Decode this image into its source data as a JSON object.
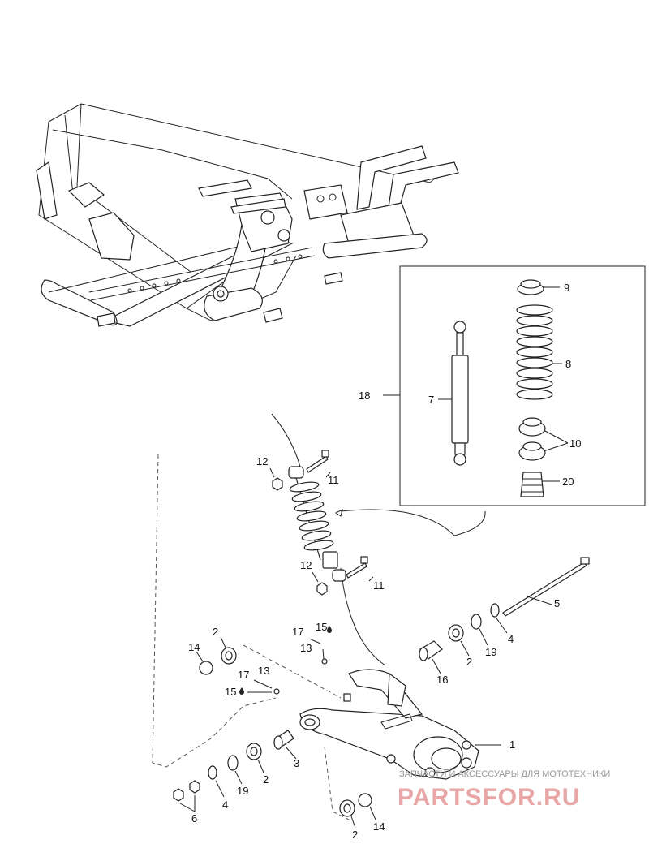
{
  "callouts": {
    "c1": "1",
    "c2a": "2",
    "c2b": "2",
    "c2c": "2",
    "c2d": "2",
    "c3": "3",
    "c4a": "4",
    "c4b": "4",
    "c5": "5",
    "c6": "6",
    "c7": "7",
    "c8": "8",
    "c9": "9",
    "c10": "10",
    "c11a": "11",
    "c11b": "11",
    "c12a": "12",
    "c12b": "12",
    "c13a": "13",
    "c13b": "13",
    "c14a": "14",
    "c14b": "14",
    "c15a": "15",
    "c15b": "15",
    "c16": "16",
    "c17a": "17",
    "c17b": "17",
    "c18": "18",
    "c19a": "19",
    "c19b": "19",
    "c20": "20"
  },
  "watermark": {
    "line1": "ЗАПЧАСТИ И АКСЕССУАРЫ ДЛЯ МОТОТЕХНИКИ",
    "line2": "PARTSFOR.RU"
  }
}
